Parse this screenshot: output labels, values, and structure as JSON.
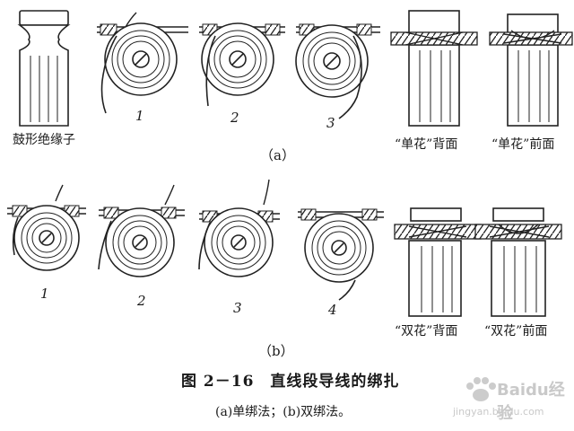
{
  "row_a": {
    "insulator_caption": "鼓形绝缘子",
    "steps": [
      "1",
      "2",
      "3"
    ],
    "single_back": "“单花”背面",
    "single_front": "“单花”前面",
    "label": "（a）"
  },
  "row_b": {
    "steps": [
      "1",
      "2",
      "3",
      "4"
    ],
    "double_back": "“双花”背面",
    "double_front": "“双花”前面",
    "label": "（b）"
  },
  "figure": {
    "title": "图 2－16　直线段导线的绑扎",
    "caption": "(a)单绑法；(b)双绑法。"
  },
  "watermark": {
    "brand": "Baidu经验",
    "url": "jingyan.baidu.com"
  }
}
